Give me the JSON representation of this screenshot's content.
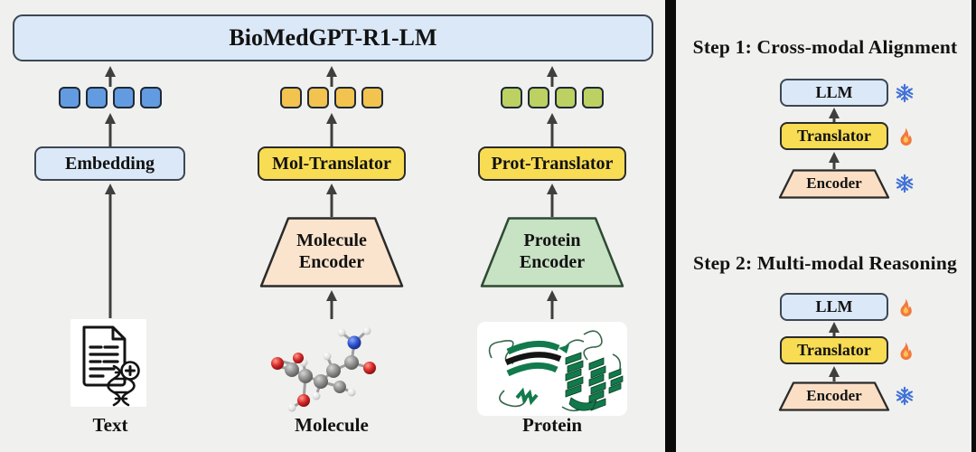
{
  "main_diagram": {
    "title": "BioMedGPT-R1-LM",
    "columns": [
      {
        "modality": "text",
        "translator": "Embedding",
        "input_label": "Text",
        "token_color": "#639be0"
      },
      {
        "modality": "molecule",
        "translator": "Mol-Translator",
        "encoder_line1": "Molecule",
        "encoder_line2": "Encoder",
        "input_label": "Molecule",
        "token_color": "#f3c34f"
      },
      {
        "modality": "protein",
        "translator": "Prot-Translator",
        "encoder_line1": "Protein",
        "encoder_line2": "Encoder",
        "input_label": "Protein",
        "token_color": "#bcd161"
      }
    ]
  },
  "side_panel": {
    "steps": [
      {
        "title": "Step 1: Cross-modal Alignment",
        "blocks": [
          {
            "label": "LLM",
            "state": "frozen",
            "icon": "snowflake-icon"
          },
          {
            "label": "Translator",
            "state": "trainable",
            "icon": "flame-icon"
          },
          {
            "label": "Encoder",
            "state": "frozen",
            "icon": "snowflake-icon"
          }
        ]
      },
      {
        "title": "Step 2: Multi-modal Reasoning",
        "blocks": [
          {
            "label": "LLM",
            "state": "trainable",
            "icon": "flame-icon"
          },
          {
            "label": "Translator",
            "state": "trainable",
            "icon": "flame-icon"
          },
          {
            "label": "Encoder",
            "state": "frozen",
            "icon": "snowflake-icon"
          }
        ]
      }
    ]
  },
  "colors": {
    "background": "#f0f0ee",
    "divider": "#0a0a0a",
    "blue_box_fill": "#dbe8f7",
    "blue_box_border": "#3d4754",
    "yellow_fill": "#f8dc53",
    "peach_fill": "#fbe4cd",
    "green_fill": "#c8e2c4",
    "token_blue": "#639be0",
    "token_orange": "#f3c34f",
    "token_green": "#bcd161",
    "arrow": "#3f3f3f",
    "snowflake": "#4273d8",
    "flame": "#f2793b"
  }
}
